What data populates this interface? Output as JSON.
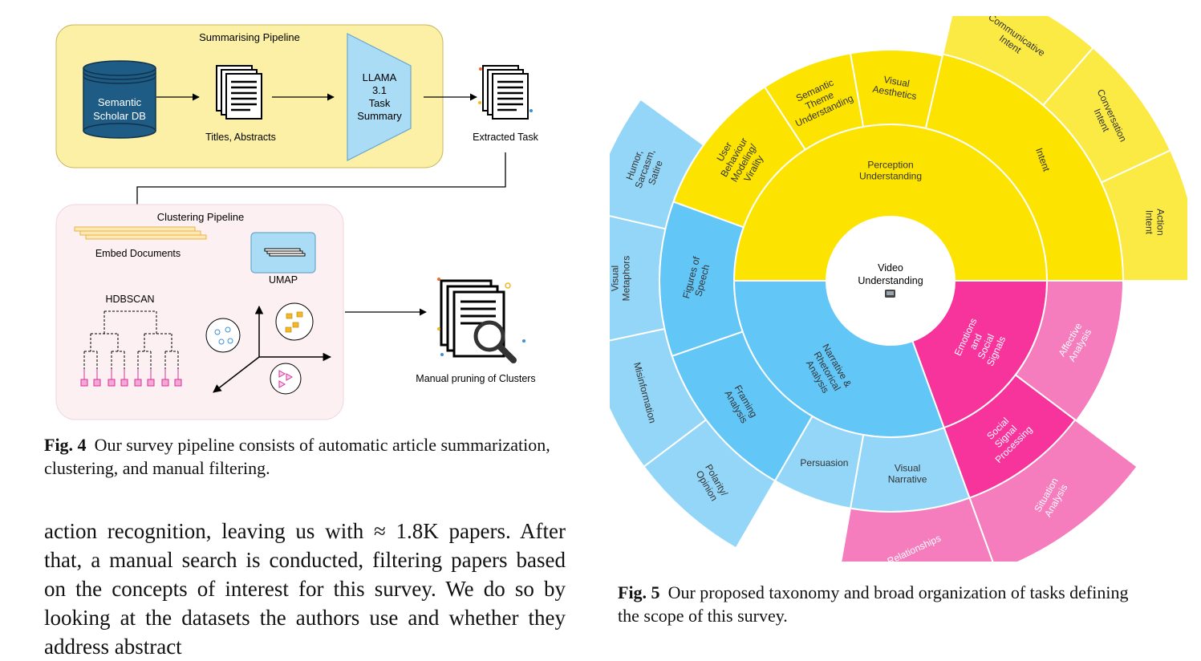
{
  "fig4": {
    "summarising_title": "Summarising Pipeline",
    "db_label_1": "Semantic",
    "db_label_2": "Scholar DB",
    "titles_label": "Titles, Abstracts",
    "llama_lines": [
      "LLAMA",
      "3.1",
      "Task",
      "Summary"
    ],
    "extracted_label": "Extracted Task",
    "clustering_title": "Clustering Pipeline",
    "embed_label": "Embed Documents",
    "umap_label": "UMAP",
    "hdbscan_label": "HDBSCAN",
    "manual_label": "Manual pruning of Clusters",
    "caption_label": "Fig. 4",
    "caption_text": "Our survey pipeline consists of automatic article summarization, clustering, and manual filtering."
  },
  "fig5": {
    "center_lines": [
      "Video",
      "Understanding"
    ],
    "center_icon": "film-frame-icon",
    "colors": {
      "yellow": "#fce300",
      "yellow_outer": "#fbea43",
      "blue": "#62c6f7",
      "blue_outer": "#93d6f8",
      "pink": "#f7339c",
      "pink_outer": "#f57cbd"
    },
    "caption_label": "Fig. 5",
    "caption_text": "Our proposed taxonomy and broad organization of tasks defining the scope of this survey.",
    "inner": [
      {
        "name": "perception",
        "lines": [
          "Perception",
          "Understanding"
        ],
        "color": "#fce300"
      },
      {
        "name": "emotions",
        "lines": [
          "Emotions",
          "and",
          "Social",
          "Signals"
        ],
        "color": "#f7339c"
      },
      {
        "name": "narrative",
        "lines": [
          "Narrative &",
          "Rhetorical",
          "Analysis"
        ],
        "color": "#62c6f7"
      }
    ],
    "middle": [
      {
        "name": "user-behaviour",
        "lines": [
          "User",
          "Behaviour",
          "Modeling/",
          "Virality"
        ],
        "color": "#fce300"
      },
      {
        "name": "semantic-theme",
        "lines": [
          "Semantic",
          "Theme",
          "Understanding"
        ],
        "color": "#fce300"
      },
      {
        "name": "visual-aesthetics",
        "lines": [
          "Visual",
          "Aesthetics"
        ],
        "color": "#fce300"
      },
      {
        "name": "intent",
        "lines": [
          "Intent"
        ],
        "color": "#fce300"
      },
      {
        "name": "affective",
        "lines": [
          "Affective",
          "Analysis"
        ],
        "color": "#f57cbd"
      },
      {
        "name": "social-signal",
        "lines": [
          "Social",
          "Signal",
          "Processing"
        ],
        "color": "#f7339c"
      },
      {
        "name": "visual-narrative",
        "lines": [
          "Visual",
          "Narrative"
        ],
        "color": "#93d6f8"
      },
      {
        "name": "persuasion",
        "lines": [
          "Persuasion"
        ],
        "color": "#93d6f8"
      },
      {
        "name": "framing",
        "lines": [
          "Framing",
          "Analysis"
        ],
        "color": "#62c6f7"
      },
      {
        "name": "figures-of-speech",
        "lines": [
          "Figures of",
          "Speech"
        ],
        "color": "#62c6f7"
      }
    ],
    "outer": [
      {
        "name": "communicative-intent",
        "lines": [
          "Communicative",
          "Intent"
        ],
        "color": "#fbea43"
      },
      {
        "name": "conversation-intent",
        "lines": [
          "Conversation",
          "Intent"
        ],
        "color": "#fbea43"
      },
      {
        "name": "action-intent",
        "lines": [
          "Action",
          "Intent"
        ],
        "color": "#fbea43"
      },
      {
        "name": "situation-analysis",
        "lines": [
          "Situation",
          "Analysis"
        ],
        "color": "#f57cbd"
      },
      {
        "name": "relationships",
        "lines": [
          "Relationships"
        ],
        "color": "#f57cbd"
      },
      {
        "name": "polarity",
        "lines": [
          "Polarity/",
          "Opinion"
        ],
        "color": "#93d6f8"
      },
      {
        "name": "misinformation",
        "lines": [
          "Misinformation"
        ],
        "color": "#93d6f8"
      },
      {
        "name": "visual-metaphors",
        "lines": [
          "Visual",
          "Metaphors"
        ],
        "color": "#93d6f8"
      },
      {
        "name": "humor",
        "lines": [
          "Humor,",
          "Sarcasm,",
          "Satire"
        ],
        "color": "#93d6f8"
      }
    ]
  },
  "body_text": "action recognition, leaving us with ≈ 1.8K papers. After that, a manual search is conducted, filtering papers based on the concepts of interest for this survey. We do so by looking at the datasets the authors use and whether they address abstract"
}
